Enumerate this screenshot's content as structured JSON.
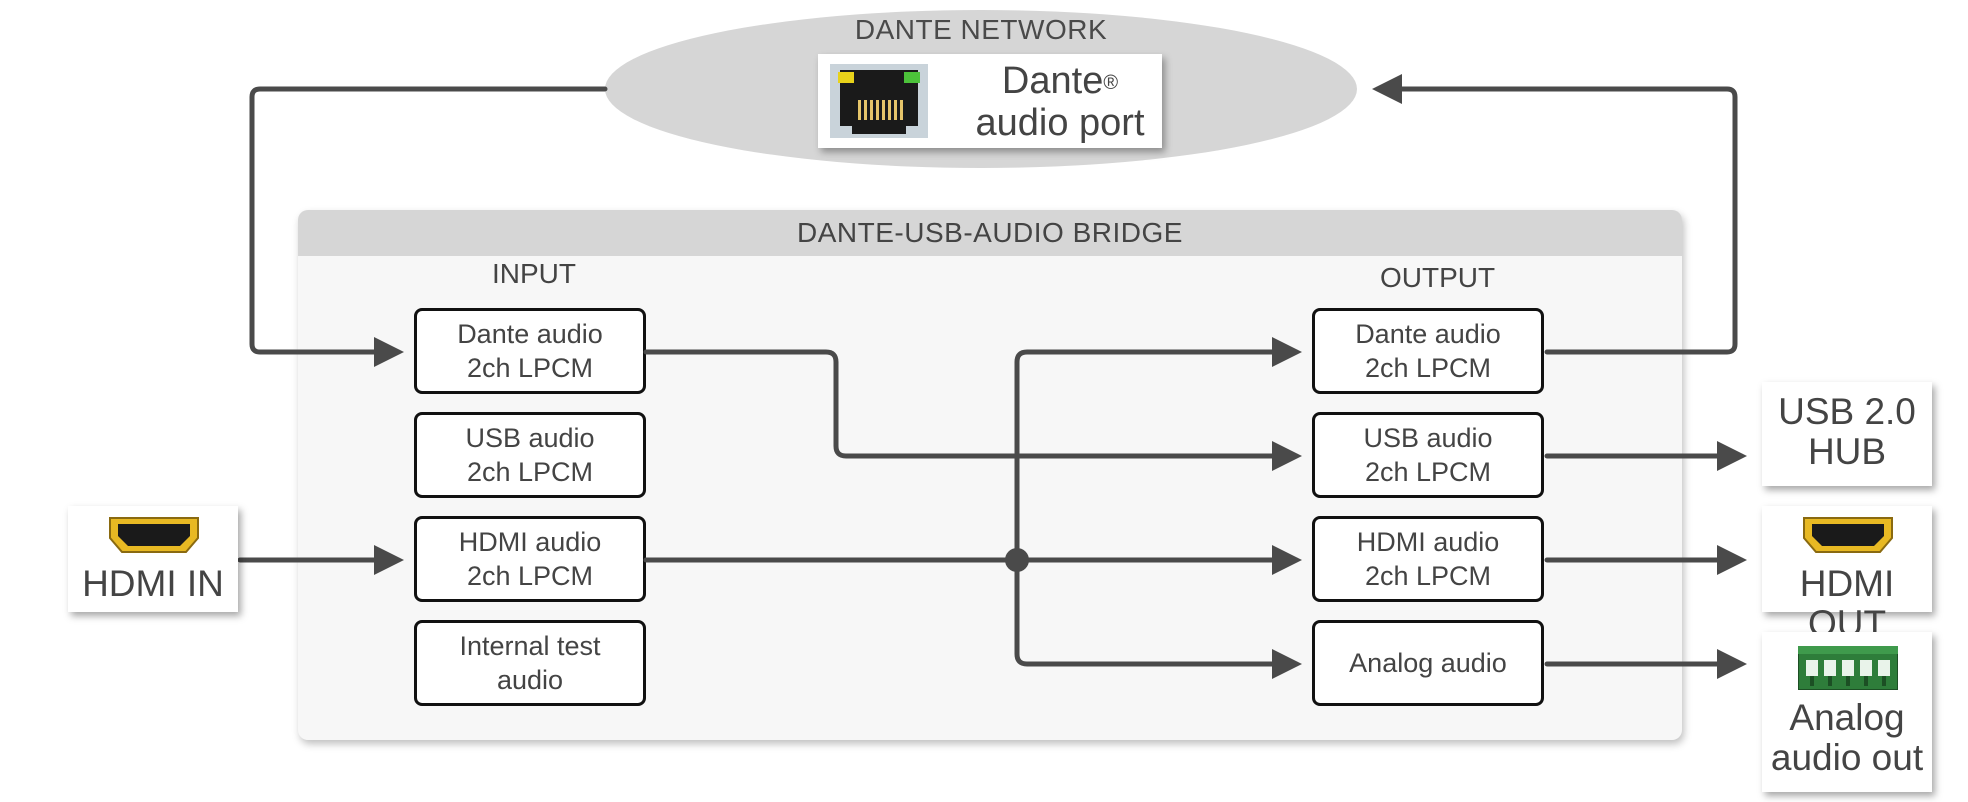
{
  "network": {
    "title": "DANTE NETWORK",
    "port_label_line1": "Dante",
    "port_label_mark": "®",
    "port_label_line2": "audio port"
  },
  "bridge": {
    "title": "DANTE-USB-AUDIO BRIDGE",
    "input_label": "INPUT",
    "output_label": "OUTPUT",
    "inputs": [
      "Dante audio\n2ch LPCM",
      "USB audio\n2ch LPCM",
      "HDMI audio\n2ch LPCM",
      "Internal test\naudio"
    ],
    "outputs": [
      "Dante audio\n2ch LPCM",
      "USB audio\n2ch LPCM",
      "HDMI audio\n2ch LPCM",
      "Analog audio"
    ]
  },
  "external": {
    "hdmi_in": "HDMI IN",
    "usb_hub": "USB 2.0\nHUB",
    "hdmi_out": "HDMI OUT",
    "analog_out": "Analog\naudio out"
  },
  "colors": {
    "wire": "#4a4a4a",
    "box_border": "#111111",
    "panel_gray": "#d6d6d6",
    "hdmi_gold": "#e8b923",
    "terminal_green": "#2e7d3a",
    "led_yellow": "#e8d21a",
    "led_green": "#4cc23a"
  }
}
